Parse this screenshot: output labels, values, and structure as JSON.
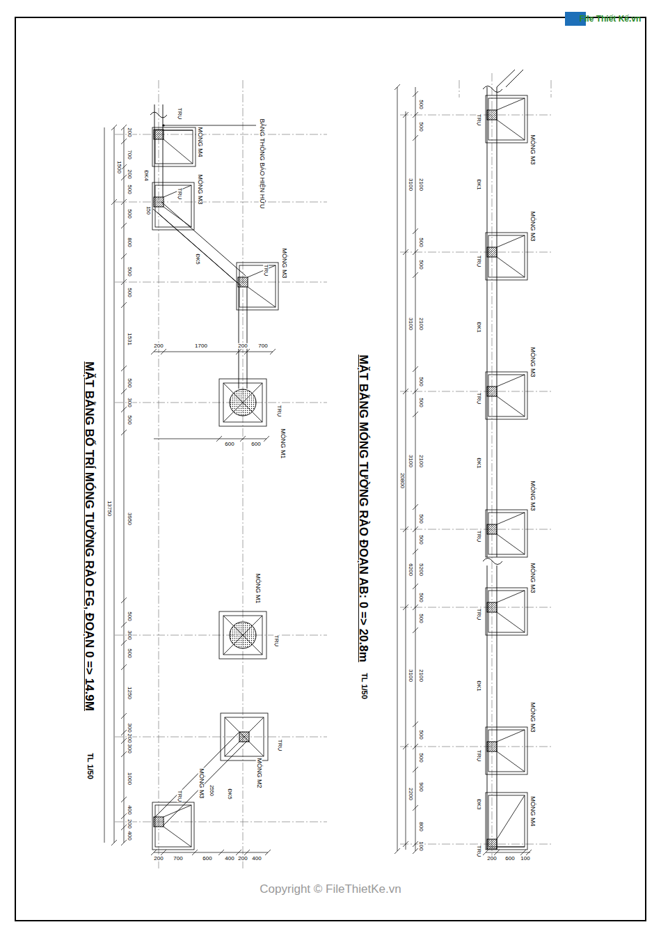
{
  "diagram": {
    "labels": [
      "File Thiết Kế.vn",
      "MẶT BẰNG BỐ TRÍ MÓNG TƯỜNG RÀO FG, ĐOẠN 0 => 14.9M",
      "TL 1/50",
      "MẶT BẰNG MÓNG TƯỜNG RÀO ĐOẠN AB: 0 => 20.8m",
      "TL 1/50",
      "Copyright © FileThietKe.vn",
      "TRỤ",
      "BẢNG THÔNG BÁO HIỆN HỮU",
      "MÓNG M4",
      "ĐK4",
      "MÓNG M3",
      "TRỤ",
      "ĐK5",
      "MÓNG M3",
      "TRỤ",
      "TRỤ",
      "MÓNG M1",
      "MÓNG M1",
      "TRỤ",
      "TRỤ",
      "MÓNG M2",
      "ĐK5",
      "2550",
      "MÓNG M3",
      "TRỤ",
      "200",
      "700",
      "200",
      "500",
      "500",
      "800",
      "500",
      "500",
      "1531",
      "500",
      "300",
      "500",
      "3950",
      "500",
      "300",
      "500",
      "1250",
      "300",
      "200",
      "300",
      "1000",
      "400",
      "200",
      "400",
      "1500",
      "13750",
      "150",
      "200",
      "1700",
      "200",
      "700",
      "600",
      "600",
      "200",
      "700",
      "600",
      "400",
      "200",
      "400",
      "TRỤ",
      "MÓNG M3",
      "ĐK1",
      "MÓNG M3",
      "TRỤ",
      "ĐK1",
      "MÓNG M3",
      "TRỤ",
      "ĐK1",
      "MÓNG M3",
      "TRỤ",
      "MÓNG M3",
      "TRỤ",
      "ĐK1",
      "MÓNG M3",
      "TRỤ",
      "ĐK3",
      "MÓNG M4",
      "TRỤ",
      "500",
      "500",
      "2100",
      "500",
      "500",
      "2100",
      "500",
      "500",
      "2100",
      "500",
      "500",
      "5200",
      "500",
      "500",
      "2100",
      "500",
      "500",
      "900",
      "800",
      "100",
      "3100",
      "3100",
      "3100",
      "6200",
      "3100",
      "2200",
      "20800",
      "200",
      "600",
      "100"
    ]
  }
}
